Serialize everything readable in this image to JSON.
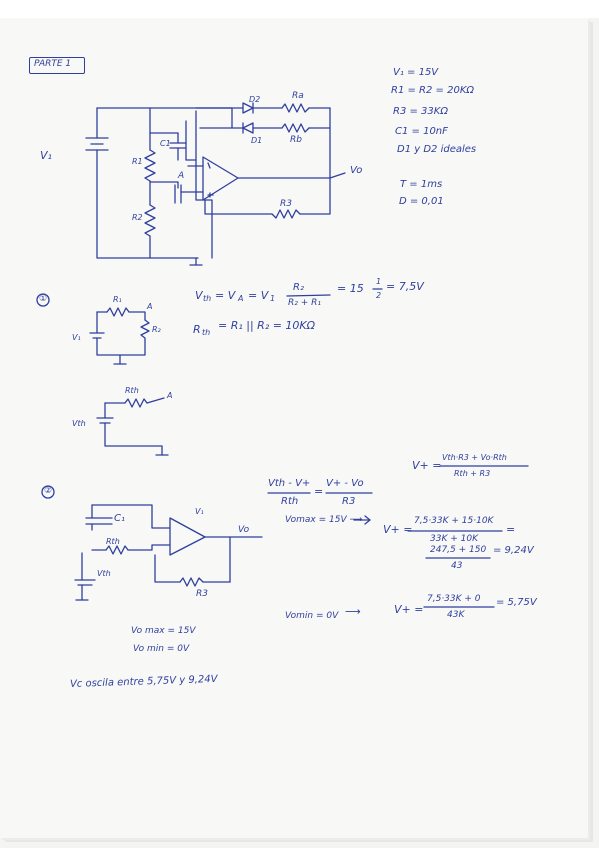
{
  "header": {
    "title_box": "PARTE 1"
  },
  "circuit1": {
    "source": "V₁",
    "r1": "R1",
    "r2": "R2",
    "ra": "Ra",
    "rb": "Rb",
    "r3": "R3",
    "d1": "D1",
    "d2": "D2",
    "c1": "C1",
    "node_a": "A",
    "vo": "Vo"
  },
  "specs": [
    "V₁ = 15V",
    "R1 = R2 = 20KΩ",
    "R3 = 33KΩ",
    "C1 = 10nF",
    "D1 y D2 ideales",
    "T = 1ms",
    "D = 0,01"
  ],
  "section1": {
    "number": "①",
    "circuit_labels": {
      "r1": "R₁",
      "node_a": "A",
      "v1": "V₁",
      "r2": "R₂"
    },
    "eq1_left": "V",
    "eq1_left_sub": "th",
    "eq1_mid": "= V",
    "eq1_mid_sub": "A",
    "eq1_eq": "= V",
    "eq1_v_sub": "1",
    "eq1_num": "R₂",
    "eq1_den": "R₂ + R₁",
    "eq1_tail": "= 15",
    "eq1_half_num": "1",
    "eq1_half_den": "2",
    "eq1_result": "= 7,5V",
    "eq2": "R",
    "eq2_sub": "th",
    "eq2_tail": "= R₁ || R₂ = 10KΩ",
    "thev_labels": {
      "rth": "Rth",
      "node_a": "A",
      "vth": "Vth"
    }
  },
  "section2": {
    "number": "②",
    "circuit_labels": {
      "c1": "C₁",
      "v1": "V₁",
      "rth": "Rth",
      "vth": "Vth",
      "vo": "Vo",
      "r3": "R3"
    },
    "frac1_num": "Vth - V+",
    "frac1_den": "Rth",
    "eq_sign": "=",
    "frac2_num": "V+ - Vo",
    "frac2_den": "R3",
    "vplus_lhs": "V+ =",
    "vplus_num": "Vth·R3 + Vo·Rth",
    "vplus_den": "Rth + R3",
    "vomax_label": "Vomax = 15V ⟶",
    "vomax_vplus": "V+ =",
    "vomax_num": "7,5·33K + 15·10K",
    "vomax_den": "33K + 10K",
    "vomax_eq": "=",
    "vomax_num2": "247,5 + 150",
    "vomax_den2": "43",
    "vomax_result": "= 9,24V",
    "vomin_label": "Vomin = 0V",
    "vomin_arrow": "⟶",
    "vomin_vplus": "V+ =",
    "vomin_num": "7,5·33K + 0",
    "vomin_den": "43K",
    "vomin_result": "= 5,75V",
    "vo_max_note": "Vo max = 15V",
    "vo_min_note": "Vo min = 0V",
    "conclusion": "Vc oscila entre 5,75V y 9,24V"
  }
}
